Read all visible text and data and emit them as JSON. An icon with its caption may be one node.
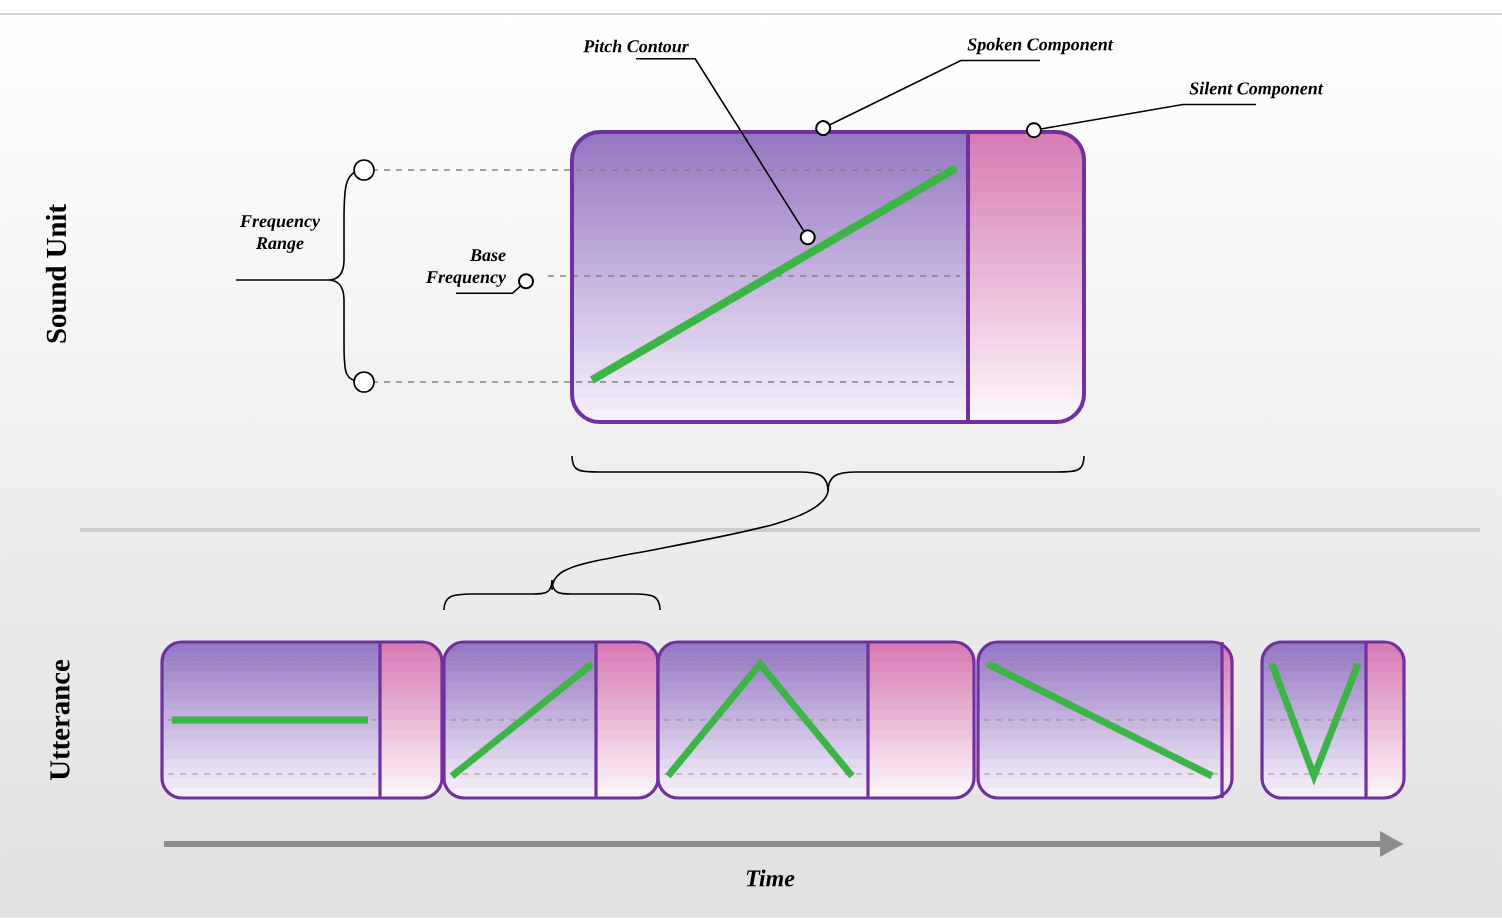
{
  "diagram": {
    "nodes": [
      {
        "text": [
          "Pitch Contour"
        ]
      },
      {
        "text": [
          "Spoken Component"
        ]
      },
      {
        "text": [
          "Silent Component"
        ]
      },
      {
        "text": [
          "Base Frequency"
        ]
      },
      {
        "text": [],
        "shape": "box"
      },
      {
        "text": [],
        "shape": "box"
      }
    ],
    "edges": [
      {
        "from": 0,
        "to": 4,
        "arrow": "other"
      },
      {
        "from": 1,
        "to": 4,
        "arrow": "other"
      },
      {
        "from": 2,
        "to": 5,
        "arrow": "other"
      },
      {
        "from": 3,
        "to": null,
        "arrow": "other"
      }
    ],
    "labels": [
      "Sound Unit",
      "Frequency Range",
      "Utterance",
      "Time"
    ]
  }
}
